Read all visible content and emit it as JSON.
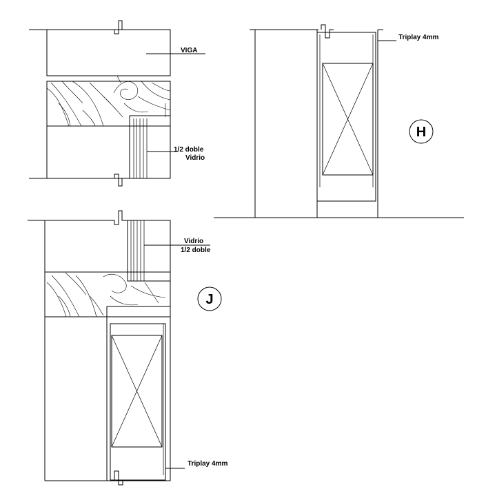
{
  "labels": {
    "viga": "VIGA",
    "doble_vidrio_top_line1": "1/2 doble",
    "doble_vidrio_top_line2": "Vidrio",
    "triplay_top": "Triplay 4mm",
    "vidrio_bottom_line1": "Vidrio",
    "vidrio_bottom_line2": "1/2 doble",
    "triplay_bottom": "Triplay 4mm"
  },
  "markers": {
    "h": "H",
    "j": "J"
  }
}
